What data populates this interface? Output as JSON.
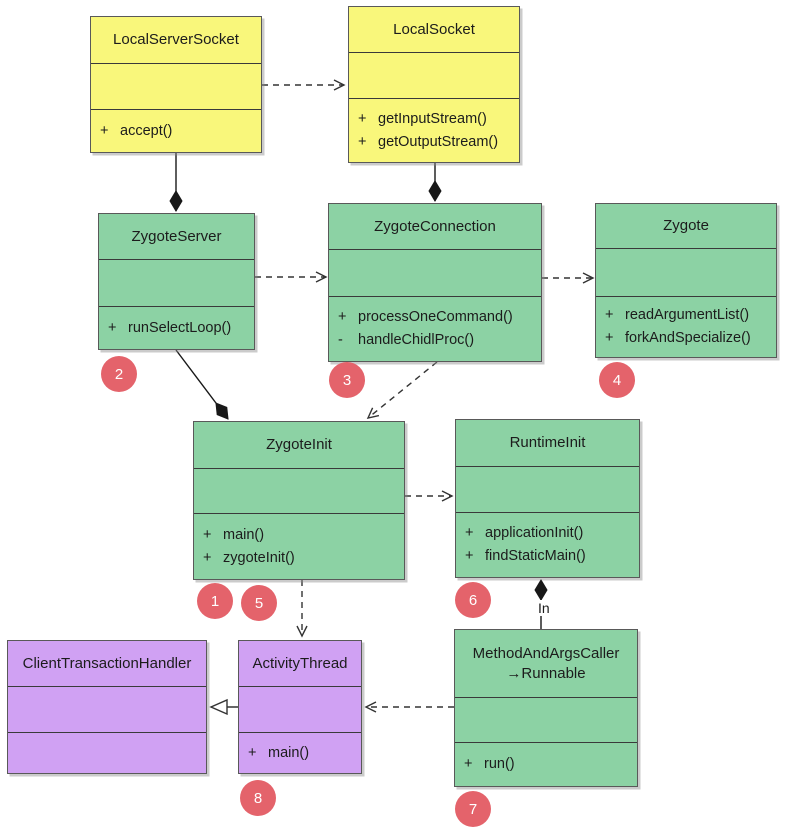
{
  "classes": {
    "localServerSocket": {
      "name": "LocalServerSocket",
      "methods": [
        {
          "vis": "+",
          "name": "accept()"
        }
      ]
    },
    "localSocket": {
      "name": "LocalSocket",
      "methods": [
        {
          "vis": "+",
          "name": "getInputStream()"
        },
        {
          "vis": "+",
          "name": "getOutputStream()"
        }
      ]
    },
    "zygoteServer": {
      "name": "ZygoteServer",
      "methods": [
        {
          "vis": "+",
          "name": "runSelectLoop()"
        }
      ]
    },
    "zygoteConnection": {
      "name": "ZygoteConnection",
      "methods": [
        {
          "vis": "+",
          "name": "processOneCommand()"
        },
        {
          "vis": "-",
          "name": "handleChidlProc()"
        }
      ]
    },
    "zygote": {
      "name": "Zygote",
      "methods": [
        {
          "vis": "+",
          "name": "readArgumentList()"
        },
        {
          "vis": "+",
          "name": "forkAndSpecialize()"
        }
      ]
    },
    "zygoteInit": {
      "name": "ZygoteInit",
      "methods": [
        {
          "vis": "+",
          "name": "main()"
        },
        {
          "vis": "+",
          "name": "zygoteInit()"
        }
      ]
    },
    "runtimeInit": {
      "name": "RuntimeInit",
      "methods": [
        {
          "vis": "+",
          "name": "applicationInit()"
        },
        {
          "vis": "+",
          "name": "findStaticMain()"
        }
      ]
    },
    "methodAndArgsCaller": {
      "name": "MethodAndArgsCaller",
      "subtitle": "→Runnable",
      "methods": [
        {
          "vis": "+",
          "name": "run()"
        }
      ]
    },
    "clientTransactionHandler": {
      "name": "ClientTransactionHandler",
      "methods": []
    },
    "activityThread": {
      "name": "ActivityThread",
      "methods": [
        {
          "vis": "+",
          "name": "main()"
        }
      ]
    }
  },
  "badges": {
    "b1": "1",
    "b2": "2",
    "b3": "3",
    "b4": "4",
    "b5": "5",
    "b6": "6",
    "b7": "7",
    "b8": "8"
  },
  "labels": {
    "runtimeinit_caller_aggregation": "In"
  },
  "colors": {
    "yellow": "#f9f77b",
    "green": "#8cd2a4",
    "purple": "#d0a1f3",
    "badge": "#e4636b",
    "border": "#595959"
  }
}
